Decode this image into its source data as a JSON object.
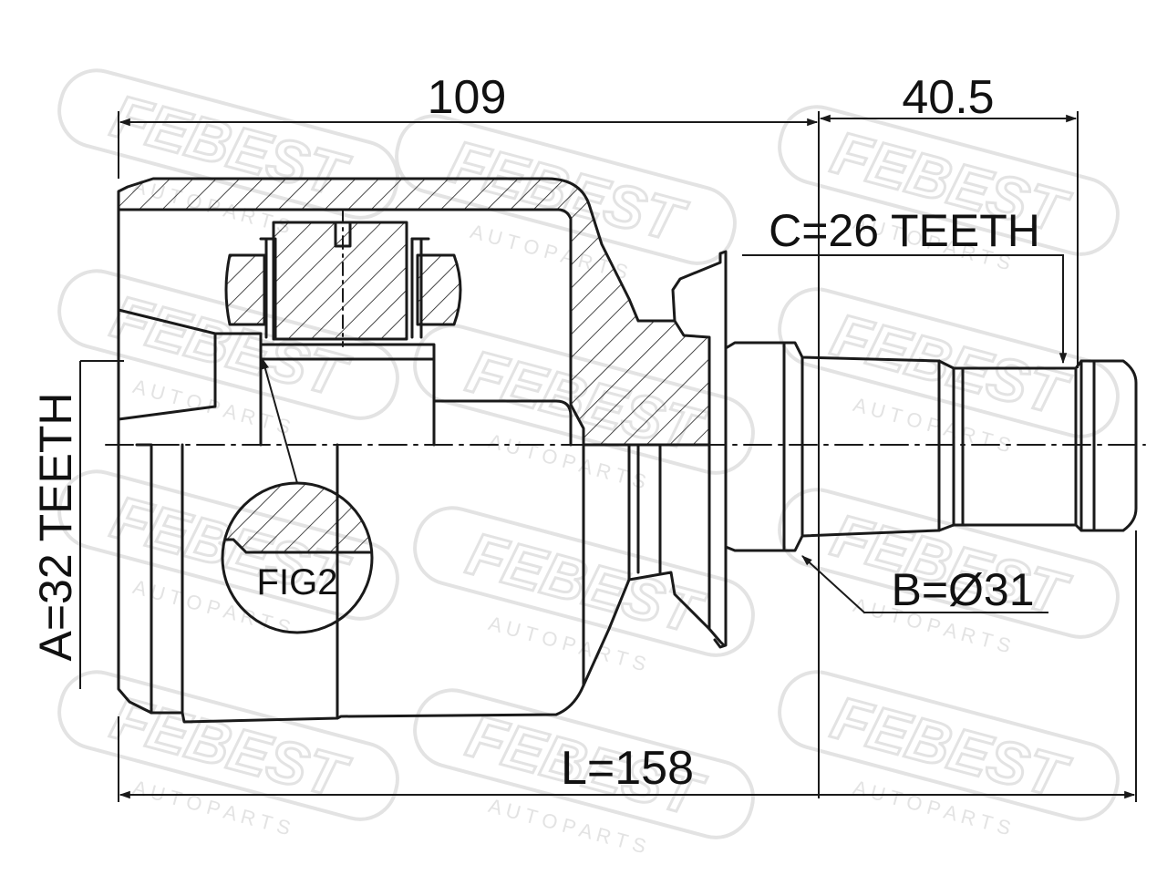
{
  "dimensions": {
    "housing_length": "109",
    "shaft_length": "40.5",
    "outer_spline": "C=26 TEETH",
    "inner_spline": "A=32 TEETH",
    "shaft_diameter": "B=Ø31",
    "total_length": "L=158"
  },
  "detail_label": "FIG2",
  "watermark": {
    "brand": "FEBEST",
    "tagline": "A U T O   P A R T S"
  },
  "colors": {
    "line": "#1a1a1a",
    "watermark": "#e3e3e3",
    "background": "#ffffff"
  }
}
